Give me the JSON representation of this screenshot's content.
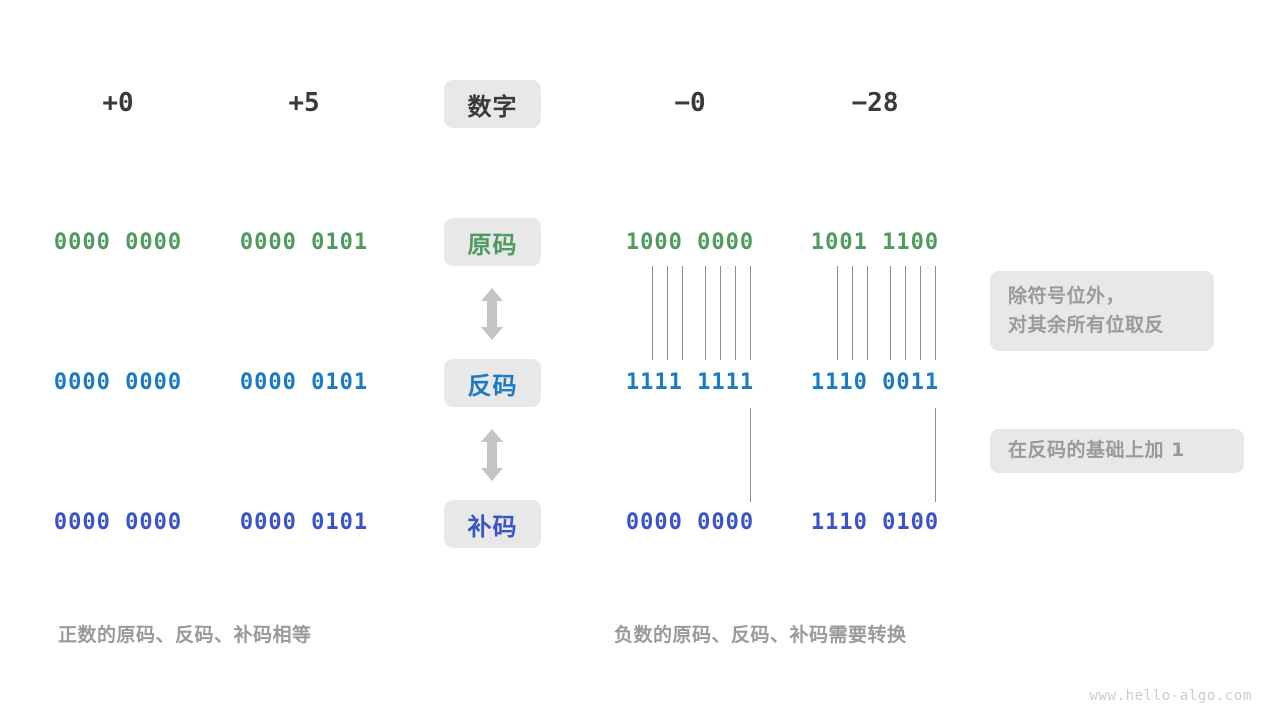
{
  "diagram": {
    "title_watermark": "www.hello-algo.com",
    "row_labels": [
      {
        "text": "数字",
        "color": "#3a3a3a"
      },
      {
        "text": "原码",
        "color": "#4e9a5f"
      },
      {
        "text": "反码",
        "color": "#1a7ac4"
      },
      {
        "text": "补码",
        "color": "#3a54c8"
      }
    ],
    "header_numbers": {
      "left": [
        "+0",
        "+5"
      ],
      "right": [
        "−0",
        "−28"
      ]
    },
    "rows": [
      {
        "name": "原码",
        "color": "#4e9a5f",
        "left": [
          "0000 0000",
          "0000 0101"
        ],
        "right": [
          "1000 0000",
          "1001 1100"
        ]
      },
      {
        "name": "反码",
        "color": "#1a7ac4",
        "left": [
          "0000 0000",
          "0000 0101"
        ],
        "right": [
          "1111 1111",
          "1110 0011"
        ]
      },
      {
        "name": "补码",
        "color": "#3a54c8",
        "left": [
          "0000 0000",
          "0000 0101"
        ],
        "right": [
          "0000 0000",
          "1110 0100"
        ]
      }
    ],
    "callouts": [
      {
        "lines": [
          "除符号位外，",
          "对其余所有位取反"
        ]
      },
      {
        "lines": [
          "在反码的基础上加 1"
        ]
      }
    ],
    "captions": {
      "left": "正数的原码、反码、补码相等",
      "right": "负数的原码、反码、补码需要转换"
    },
    "colors": {
      "badge_bg": "#e8e8e8",
      "green": "#4e9a5f",
      "blue": "#1a7ac4",
      "indigo": "#3a54c8",
      "muted": "#9a9a9a",
      "connector": "#8c8c8c",
      "arrow": "#c4c4c4"
    }
  }
}
